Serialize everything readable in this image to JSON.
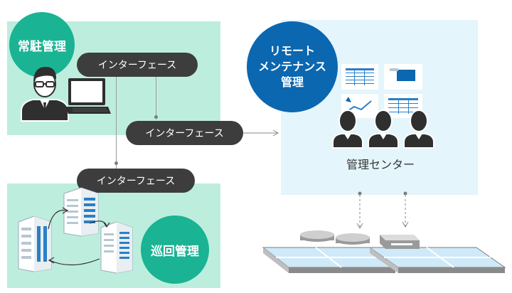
{
  "resident": {
    "label": "常駐管理"
  },
  "patrol": {
    "label": "巡回管理"
  },
  "remote": {
    "line1": "リモート",
    "line2": "メンテナンス",
    "line3": "管理"
  },
  "interfaces": {
    "top": "インターフェース",
    "middle": "インターフェース",
    "bottom": "インターフェース"
  },
  "center": {
    "label": "管理センター"
  },
  "colors": {
    "mint": "#bdeedd",
    "teal": "#1ab394",
    "blue": "#0b67b0",
    "lightblue": "#e4f5fc",
    "dark": "#3d3d3d"
  }
}
